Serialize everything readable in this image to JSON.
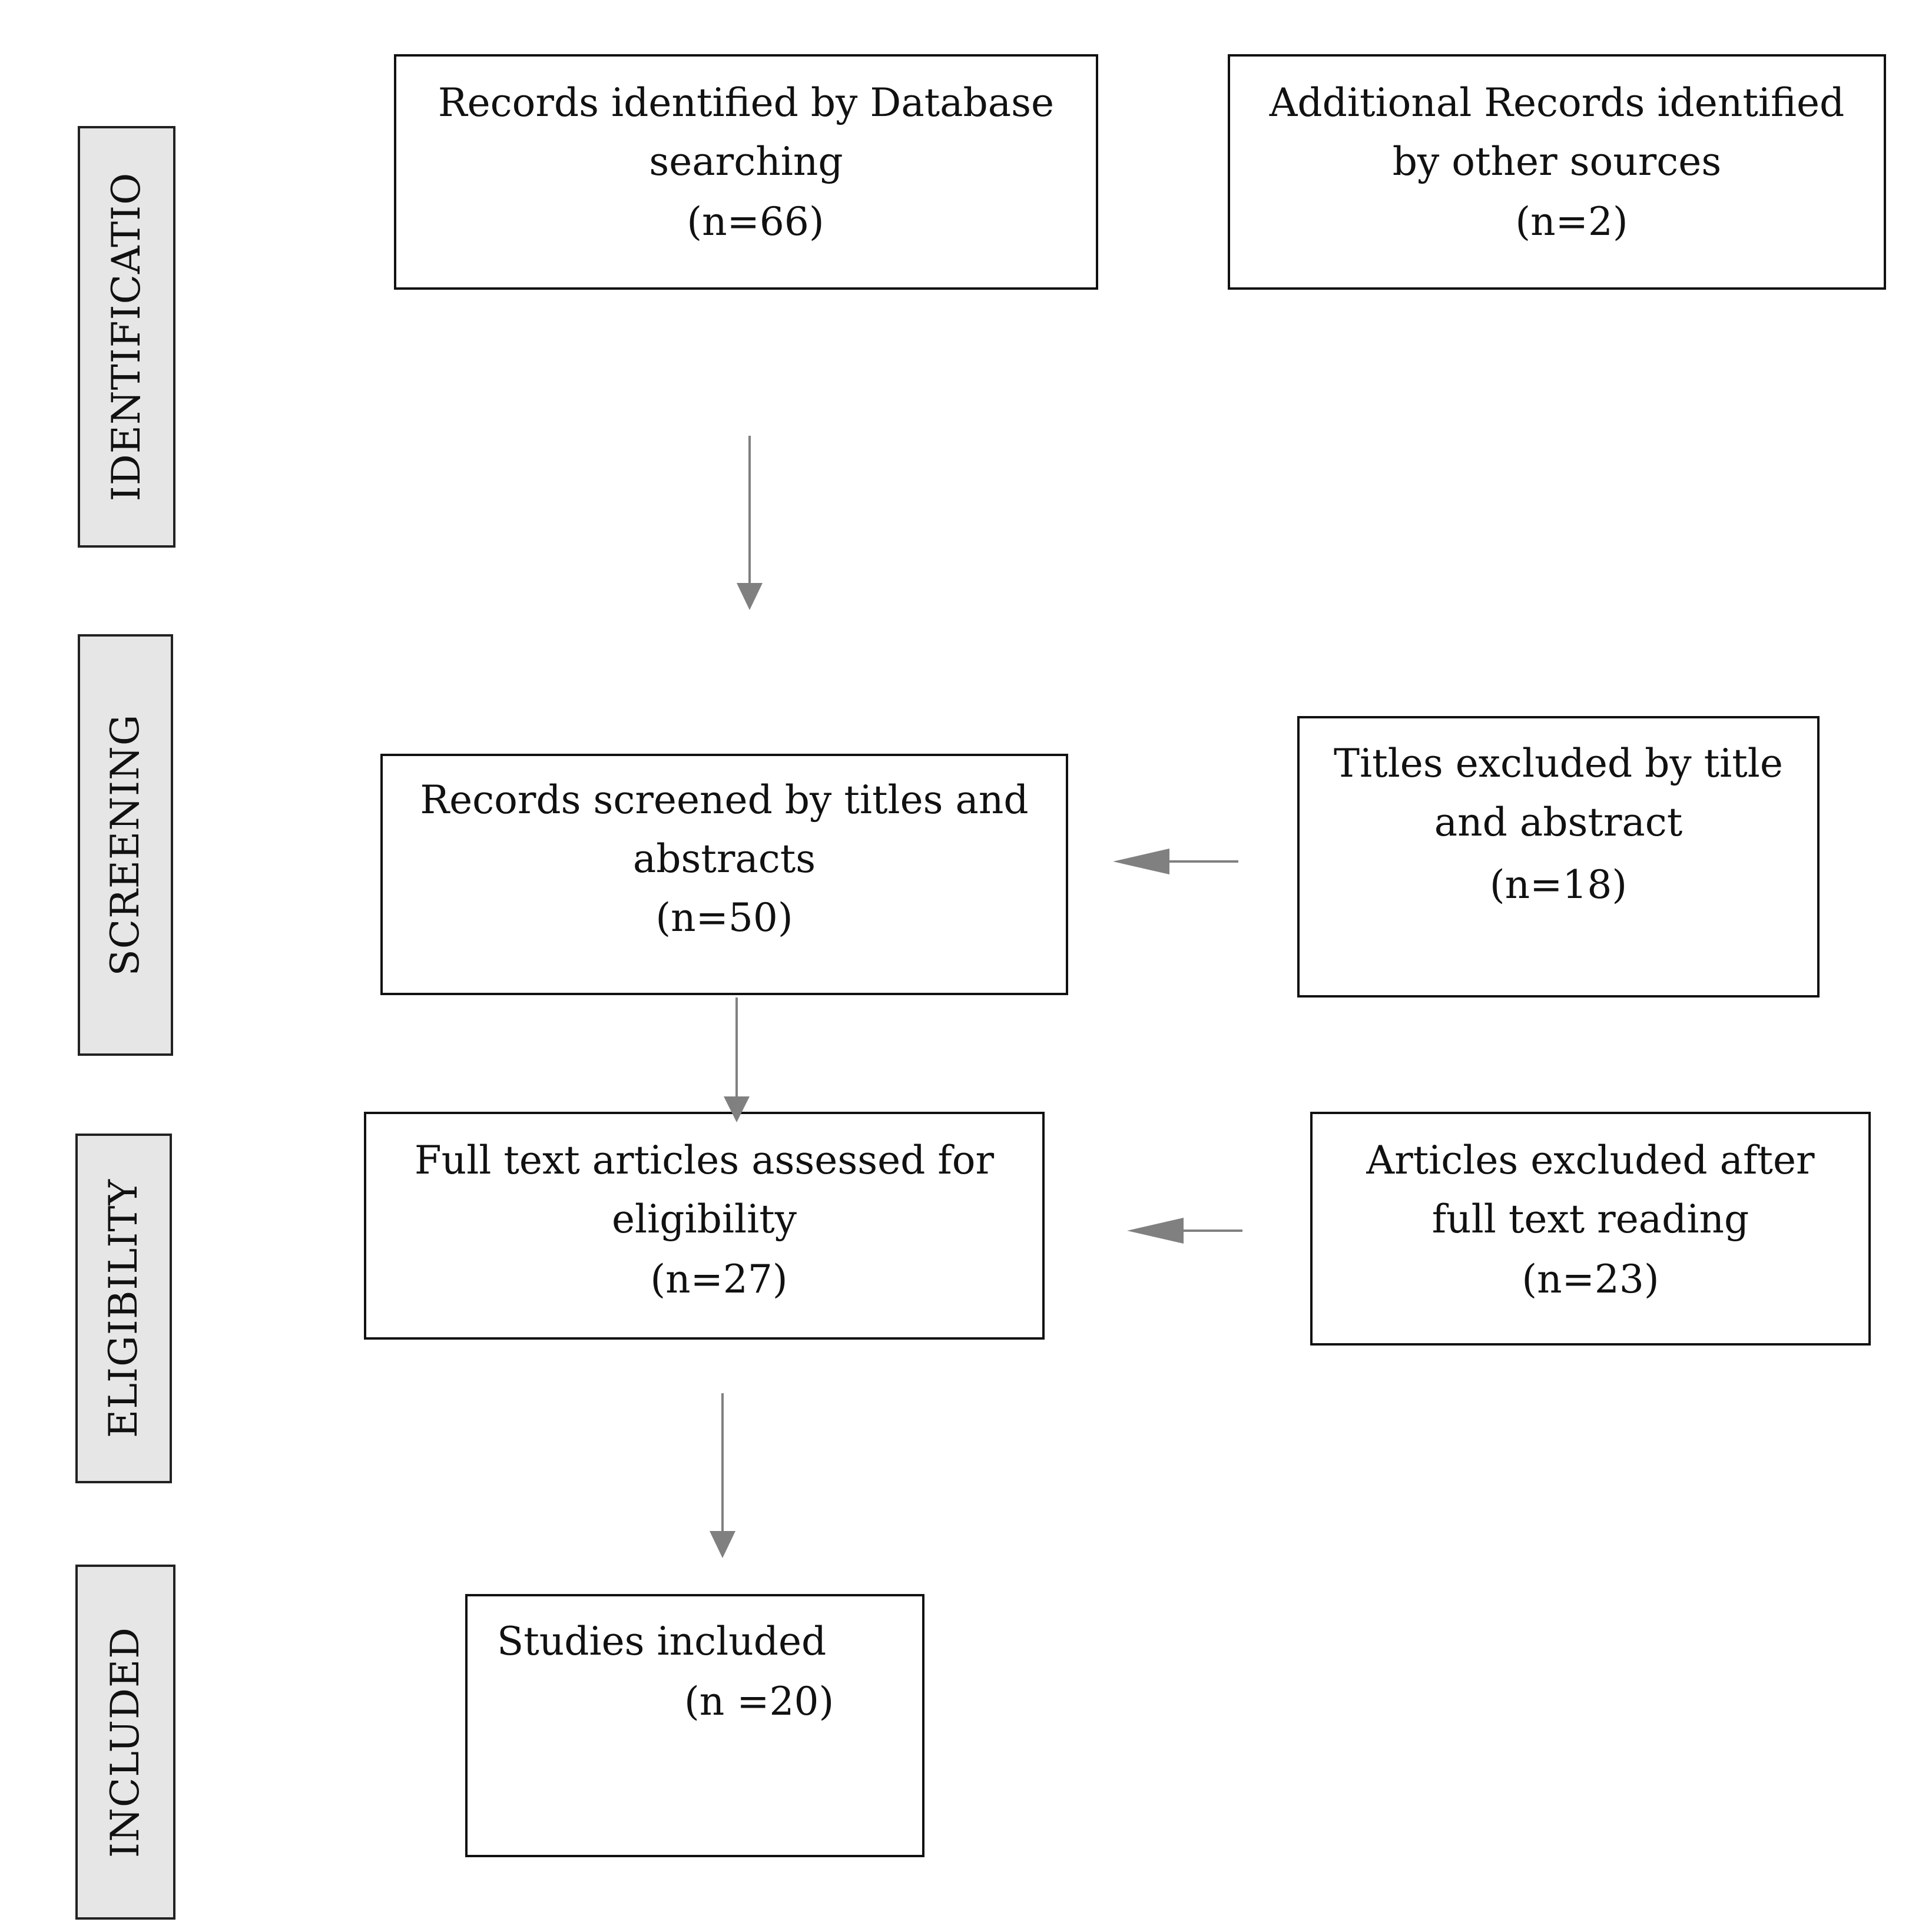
{
  "stages": {
    "identification": "IDENTIFICATIO",
    "screening": "SCREENING",
    "eligibility": "ELIGIBILITY",
    "included": "INCLUDED"
  },
  "boxes": {
    "database_records": {
      "line1": "Records identified by Database",
      "line2": "searching",
      "count": "(n=66)"
    },
    "additional_records": {
      "line1": "Additional Records identified",
      "line2": "by other sources",
      "count": "(n=2)"
    },
    "screened": {
      "line1": "Records screened by titles and",
      "line2": "abstracts",
      "count": "(n=50)"
    },
    "titles_excluded": {
      "line1": "Titles excluded by title",
      "line2": "and abstract",
      "count": "(n=18)"
    },
    "full_text": {
      "line1": "Full text articles assessed for",
      "line2": "eligibility",
      "count": "(n=27)"
    },
    "articles_excluded": {
      "line1": "Articles excluded after",
      "line2": "full text reading",
      "count": "(n=23)"
    },
    "included": {
      "line1": "Studies included",
      "count": "(n =20)"
    }
  },
  "colors": {
    "arrow": "#808080",
    "stage_fill": "#e6e6e6",
    "border": "#111111"
  }
}
